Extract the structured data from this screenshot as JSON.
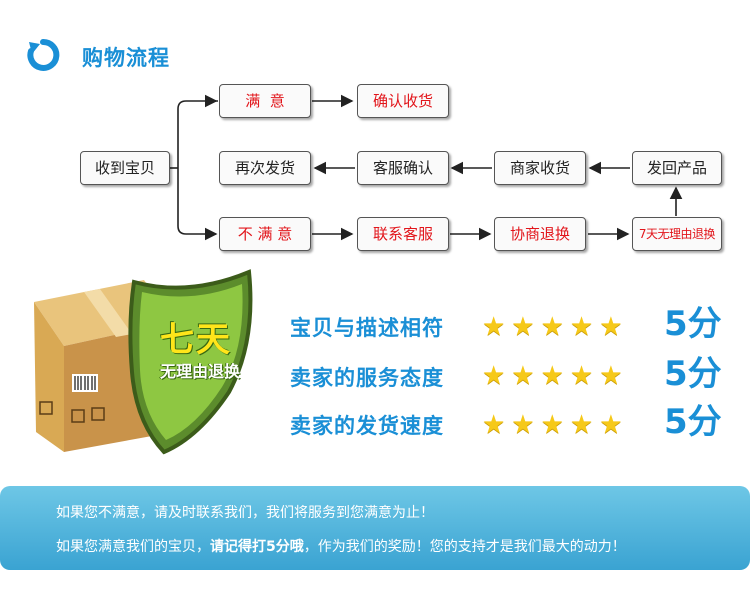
{
  "header": {
    "title": "购物流程",
    "logo_icon": "return-arrow-icon"
  },
  "flow": {
    "received": "收到宝贝",
    "satisfied": "满  意",
    "confirm_receipt": "确认收货",
    "reship": "再次发货",
    "service_confirm": "客服确认",
    "merchant_receive": "商家收货",
    "return_product": "发回产品",
    "not_satisfied": "不 满 意",
    "contact_service": "联系客服",
    "negotiate_return": "协商退换",
    "seven_day_return": "7天无理由退换"
  },
  "badge": {
    "line1": "七天",
    "line2": "无理由退换"
  },
  "ratings": [
    {
      "label": "宝贝与描述相符",
      "stars": "★★★★★",
      "score": "5分",
      "value": 5
    },
    {
      "label": "卖家的服务态度",
      "stars": "★★★★★",
      "score": "5分",
      "value": 5
    },
    {
      "label": "卖家的发货速度",
      "stars": "★★★★★",
      "score": "5分",
      "value": 5
    }
  ],
  "notice": {
    "line1": "如果您不满意，请及时联系我们，我们将服务到您满意为止！",
    "line2_a": "如果您满意我们的宝贝，",
    "line2_b": "请记得打5分哦",
    "line2_c": "，作为我们的奖励！您的支持才是我们最大的动力！"
  },
  "colors": {
    "accent": "#1a8fd6",
    "red": "#e2151b",
    "star": "#f6c919",
    "band": "#4ab0da"
  }
}
